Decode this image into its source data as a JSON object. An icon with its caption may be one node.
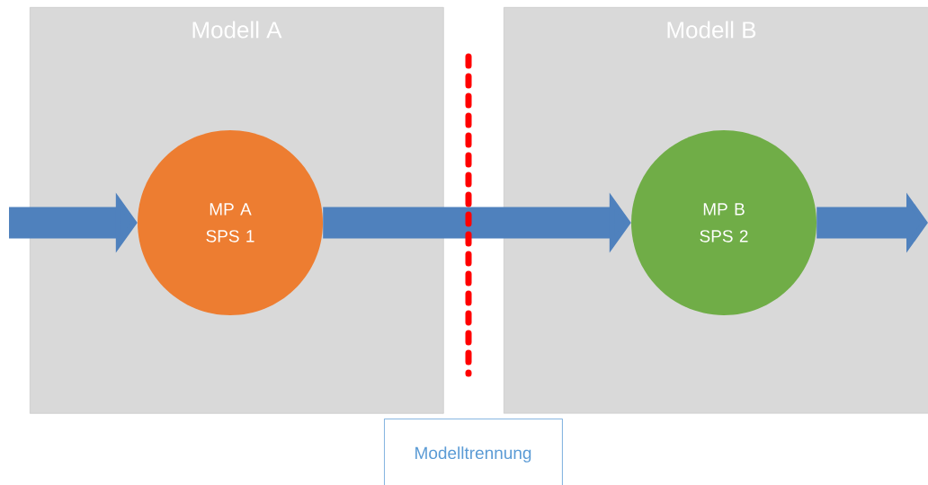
{
  "diagram": {
    "nodes": [
      {
        "text": [
          "Modell A"
        ]
      },
      {
        "text": [
          "MP A SPS 1"
        ],
        "in": 0
      },
      {
        "text": [
          "Modell B"
        ]
      },
      {
        "text": [
          "MP B SPS 2"
        ],
        "in": 2
      },
      {
        "text": [
          "Modelltrennung"
        ]
      }
    ],
    "edges": [
      {
        "from": null,
        "to": 1,
        "arrow": "to"
      },
      {
        "from": 1,
        "to": 3,
        "arrow": "to"
      },
      {
        "from": 3,
        "to": null,
        "arrow": "to"
      }
    ]
  }
}
